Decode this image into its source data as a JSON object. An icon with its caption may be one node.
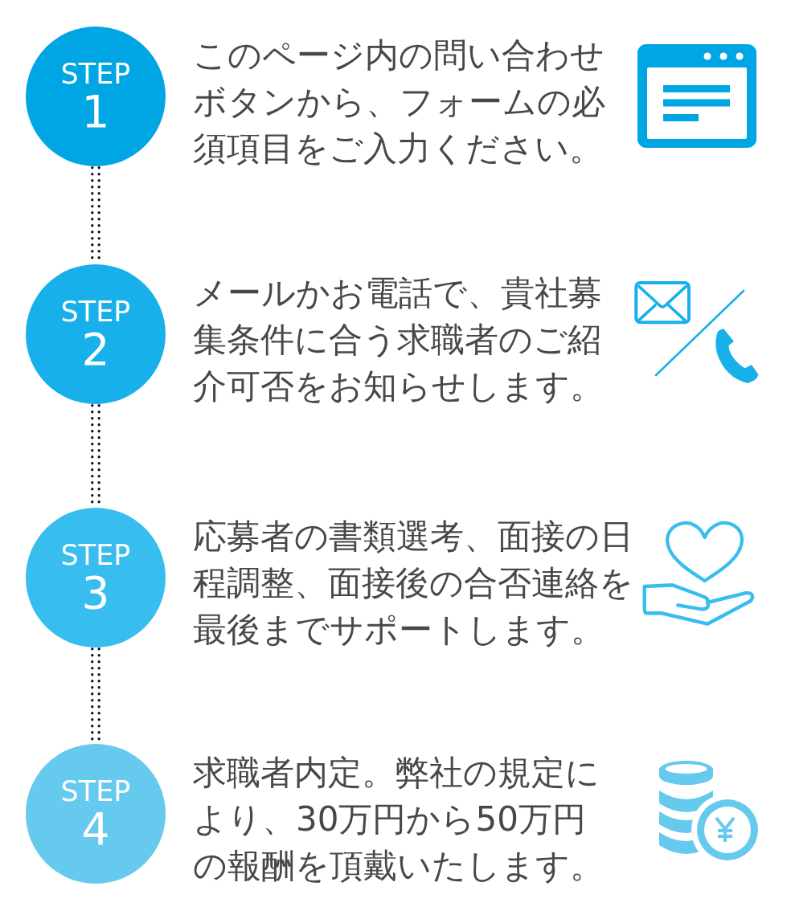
{
  "diagram": {
    "nodes": [
      {
        "text": [
          "STEP",
          "1"
        ],
        "beside": [
          "このページ内の問い合わせボタンから、フォームの必須項目をご入力ください。"
        ]
      },
      {
        "text": [
          "STEP",
          "2"
        ],
        "beside": [
          "メールかお電話で、貴社募集条件に合う求職者のご紹介可否をお知らせします。"
        ]
      },
      {
        "text": [
          "STEP",
          "3"
        ],
        "beside": [
          "応募者の書類選考、面接の日程調整、面接後の合否連絡を最後までサポートします。"
        ]
      },
      {
        "text": [
          "STEP",
          "4"
        ],
        "beside": [
          "求職者内定。弊社の規定により、30万円から50万円の報酬を頂戴いたします。"
        ]
      }
    ],
    "edges": [
      {
        "from": 0,
        "to": 1,
        "arrow": "none"
      },
      {
        "from": 1,
        "to": 2,
        "arrow": "none"
      },
      {
        "from": 2,
        "to": 3,
        "arrow": "none"
      }
    ]
  }
}
